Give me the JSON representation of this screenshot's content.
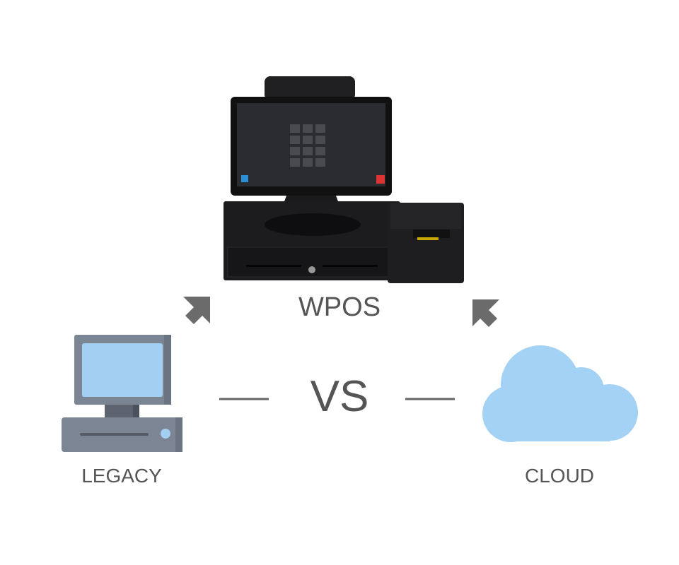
{
  "labels": {
    "center": "WPOS",
    "versus": "VS",
    "left": "LEGACY",
    "right": "CLOUD"
  },
  "colors": {
    "text": "#555555",
    "arrow": "#6b6b6b",
    "cloud": "#a3d2f5",
    "computer_body": "#7c8594",
    "computer_screen": "#a3cff2",
    "pos_device": "#1c1c1e"
  },
  "icons": [
    "pos-terminal-icon",
    "desktop-computer-icon",
    "cloud-icon",
    "arrow-up-left-icon",
    "arrow-up-right-icon"
  ]
}
